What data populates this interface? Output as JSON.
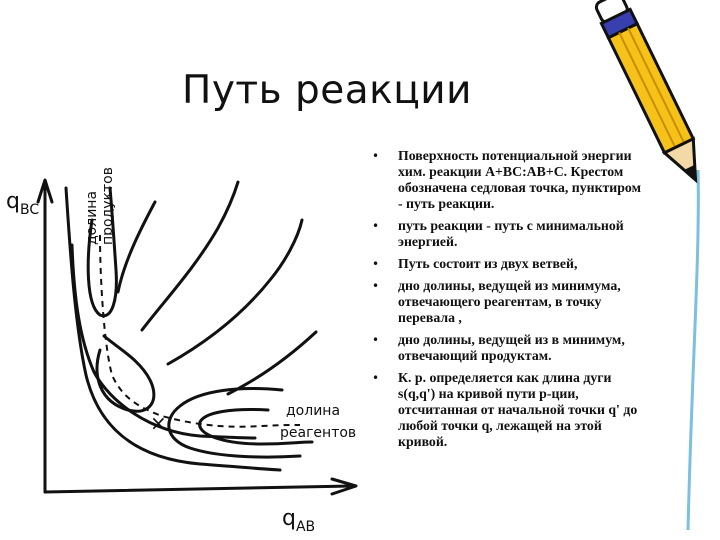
{
  "slide": {
    "title": "Путь реакции",
    "bullets": [
      "Поверхность потенциальной энергии хим. реакции А+ВС:АВ+С. Крестом обозначена седловая точка, пунктиром - путь реакции.",
      " путь реакции - путь  с минимальной энергией.",
      "Путь состоит из двух ветвей,",
      "дно долины, ведущей из минимума, отвечающего реагентам, в точку перевала ,",
      "дно долины, ведущей из  в минимум, отвечающий продуктам.",
      " К. р. определяется как длина дуги s(q,q') на кривой пути р-ции, отсчитанная от начальной точки q' до любой точки q, лежащей на этой кривой."
    ],
    "bullet_symbol": "•"
  },
  "diagram": {
    "y_axis_label": "q",
    "y_axis_subscript": "BC",
    "x_axis_label": "q",
    "x_axis_subscript": "AB",
    "products_valley_label": [
      "долина",
      "продуктов"
    ],
    "reagents_valley_label": [
      "долина",
      "реагентов"
    ],
    "saddle_point_marker": "×"
  },
  "icons": {
    "pencil": "pencil-icon"
  }
}
